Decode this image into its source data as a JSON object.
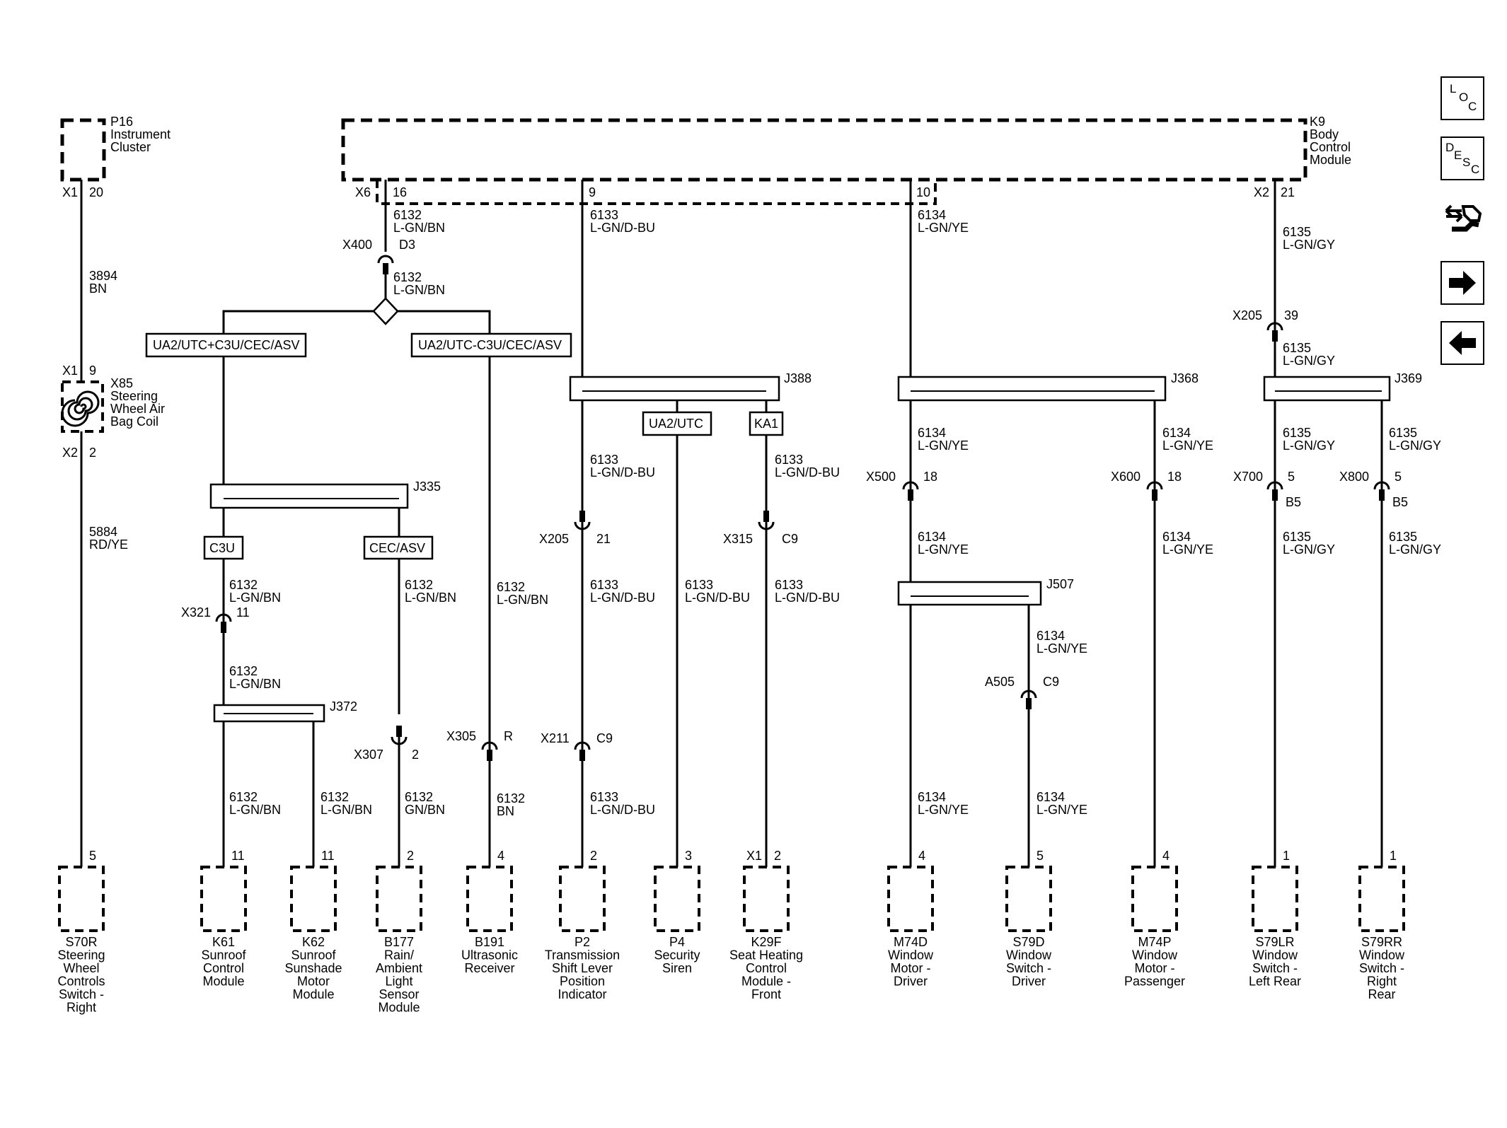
{
  "nav": {
    "loc": [
      "L",
      "O",
      "C"
    ],
    "desc": [
      "D",
      "E",
      "S",
      "C"
    ],
    "icons": [
      "connector-swap-icon",
      "arrow-right-icon",
      "arrow-left-icon"
    ]
  },
  "modules": {
    "p16": {
      "id": "P16",
      "l1": "Instrument",
      "l2": "Cluster",
      "conn": "X1",
      "pin": "20"
    },
    "k9": {
      "id": "K9",
      "l1": "Body",
      "l2": "Control",
      "l3": "Module"
    },
    "x85": {
      "id": "X85",
      "l1": "Steering",
      "l2": "Wheel Air",
      "l3": "Bag Coil",
      "topConn": "X1",
      "topPin": "9",
      "botConn": "X2",
      "botPin": "2"
    }
  },
  "k9_pins": {
    "x6": "X6",
    "p16": "16",
    "p9": "9",
    "p10": "10",
    "x2": "X2",
    "p21": "21"
  },
  "wires": {
    "w3894": [
      "3894",
      "BN"
    ],
    "w5884": [
      "5884",
      "RD/YE"
    ],
    "w6132": [
      "6132",
      "L-GN/BN"
    ],
    "w6132gn": [
      "6132",
      "GN/BN"
    ],
    "w6132bn": [
      "6132",
      "BN"
    ],
    "w6133": [
      "6133",
      "L-GN/D-BU"
    ],
    "w6134": [
      "6134",
      "L-GN/YE"
    ],
    "w6135": [
      "6135",
      "L-GN/GY"
    ]
  },
  "connectors": {
    "x400": [
      "X400",
      "D3"
    ],
    "x205a": [
      "X205",
      "39"
    ],
    "x205b": [
      "X205",
      "21"
    ],
    "x315": [
      "X315",
      "C9"
    ],
    "x321": [
      "X321",
      "11"
    ],
    "x307": [
      "X307",
      "2"
    ],
    "x305": [
      "X305",
      "R"
    ],
    "x211": [
      "X211",
      "C9"
    ],
    "x500": [
      "X500",
      "18"
    ],
    "x600": [
      "X600",
      "18"
    ],
    "x700": [
      "X700",
      "5"
    ],
    "x800": [
      "X800",
      "5"
    ],
    "a505": [
      "A505",
      "C9"
    ],
    "b5": "B5"
  },
  "splices": {
    "j388": "J388",
    "j368": "J368",
    "j369": "J369",
    "j335": "J335",
    "j372": "J372",
    "j507": "J507"
  },
  "options": {
    "uaPlus": "UA2/UTC+C3U/CEC/ASV",
    "uaMinus": "UA2/UTC-C3U/CEC/ASV",
    "uaUtc": "UA2/UTC",
    "ka1": "KA1",
    "c3u": "C3U",
    "cecasv": "CEC/ASV"
  },
  "components": [
    {
      "pin": "5",
      "lines": [
        "S70R",
        "Steering",
        "Wheel",
        "Controls",
        "Switch -",
        "Right"
      ]
    },
    {
      "pin": "11",
      "lines": [
        "K61",
        "Sunroof",
        "Control",
        "Module"
      ]
    },
    {
      "pin": "11",
      "lines": [
        "K62",
        "Sunroof",
        "Sunshade",
        "Motor",
        "Module"
      ]
    },
    {
      "pin": "2",
      "lines": [
        "B177",
        "Rain/",
        "Ambient",
        "Light",
        "Sensor",
        "Module"
      ]
    },
    {
      "pin": "4",
      "lines": [
        "B191",
        "Ultrasonic",
        "Receiver"
      ]
    },
    {
      "pin": "2",
      "lines": [
        "P2",
        "Transmission",
        "Shift Lever",
        "Position",
        "Indicator"
      ]
    },
    {
      "pin": "3",
      "lines": [
        "P4",
        "Security",
        "Siren"
      ]
    },
    {
      "pin": "2",
      "conn": "X1",
      "lines": [
        "K29F",
        "Seat Heating",
        "Control",
        "Module -",
        "Front"
      ]
    },
    {
      "pin": "4",
      "lines": [
        "M74D",
        "Window",
        "Motor -",
        "Driver"
      ]
    },
    {
      "pin": "5",
      "lines": [
        "S79D",
        "Window",
        "Switch -",
        "Driver"
      ]
    },
    {
      "pin": "4",
      "lines": [
        "M74P",
        "Window",
        "Motor -",
        "Passenger"
      ]
    },
    {
      "pin": "1",
      "lines": [
        "S79LR",
        "Window",
        "Switch -",
        "Left Rear"
      ]
    },
    {
      "pin": "1",
      "lines": [
        "S79RR",
        "Window",
        "Switch -",
        "Right",
        "Rear"
      ]
    }
  ]
}
